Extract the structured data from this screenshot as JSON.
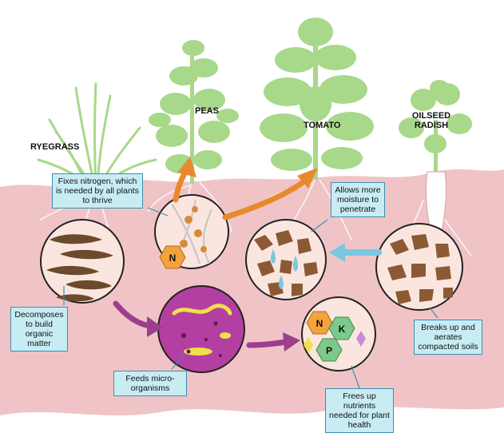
{
  "plants": {
    "ryegrass": "RYEGRASS",
    "peas": "PEAS",
    "tomato": "TOMATO",
    "oilseed_radish": "OILSEED RADISH"
  },
  "callouts": {
    "nitrogen": "Fixes nitrogen, which is needed by all plants to thrive",
    "moisture": "Allows more moisture to penetrate",
    "decomposes": "Decomposes to build organic matter",
    "breaks_up": "Breaks up and aerates compacted soils",
    "feeds": "Feeds micro-organisms",
    "frees": "Frees up nutrients needed for plant health"
  },
  "nutrients": {
    "n_pea": "N",
    "n": "N",
    "k": "K",
    "p": "P"
  },
  "colors": {
    "soil": "#f0c4c6",
    "foliage": "#a8d88a",
    "callout_fill": "#c8ecf3",
    "callout_border": "#3a8fb0",
    "arrow_orange": "#e8892e",
    "arrow_purple": "#9c3e8e",
    "arrow_blue": "#7cc6df",
    "microbe_purple": "#b43fa2",
    "nutrient_orange": "#f3a33b",
    "nutrient_green": "#7dc98b",
    "nutrient_yellow": "#f0e04a"
  }
}
